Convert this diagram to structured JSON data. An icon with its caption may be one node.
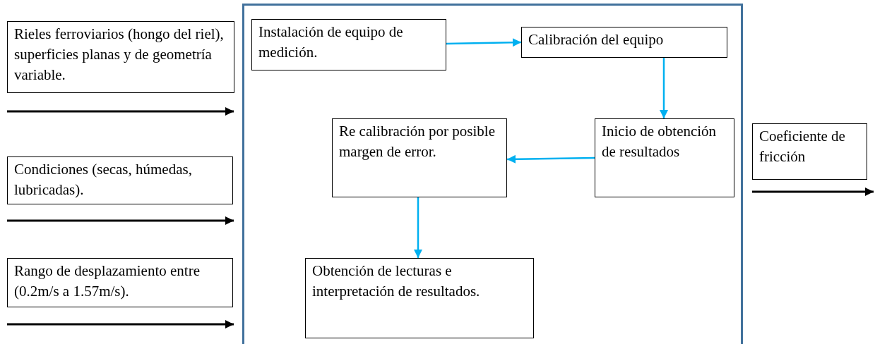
{
  "diagram": {
    "nodes": [
      {
        "text": [
          "Rieles ferroviarios (hongo del riel), superficies planas y de geometría variable."
        ]
      },
      {
        "text": [
          "Condiciones (secas, húmedas, lubricadas)."
        ]
      },
      {
        "text": [
          "Rango de desplazamiento entre (0.2m/s a 1.57m/s)."
        ]
      },
      {
        "text": [],
        "shape": "box"
      },
      {
        "text": [
          "Instalación de equipo de medición."
        ],
        "in": 3
      },
      {
        "text": [
          "Calibración del equipo"
        ],
        "in": 3
      },
      {
        "text": [
          "Re calibración por posible margen de error."
        ],
        "in": 3
      },
      {
        "text": [
          "Inicio de obtención de resultados"
        ],
        "in": 3
      },
      {
        "text": [
          "Obtención de lecturas e interpretación de resultados."
        ],
        "in": 3
      },
      {
        "text": [
          "Coeficiente de fricción"
        ]
      }
    ],
    "edges": [
      {
        "from": null,
        "to": 3,
        "arrow": "to"
      },
      {
        "from": null,
        "to": 3,
        "arrow": "to"
      },
      {
        "from": null,
        "to": 3,
        "arrow": "to"
      },
      {
        "from": 4,
        "to": 5,
        "arrow": "to",
        "color": "#00b0f0"
      },
      {
        "from": 5,
        "to": 7,
        "arrow": "to",
        "color": "#00b0f0"
      },
      {
        "from": 7,
        "to": 6,
        "arrow": "to",
        "color": "#00b0f0"
      },
      {
        "from": 6,
        "to": 8,
        "arrow": "to",
        "color": "#00b0f0"
      },
      {
        "from": 3,
        "to": 9,
        "arrow": "to"
      }
    ]
  }
}
